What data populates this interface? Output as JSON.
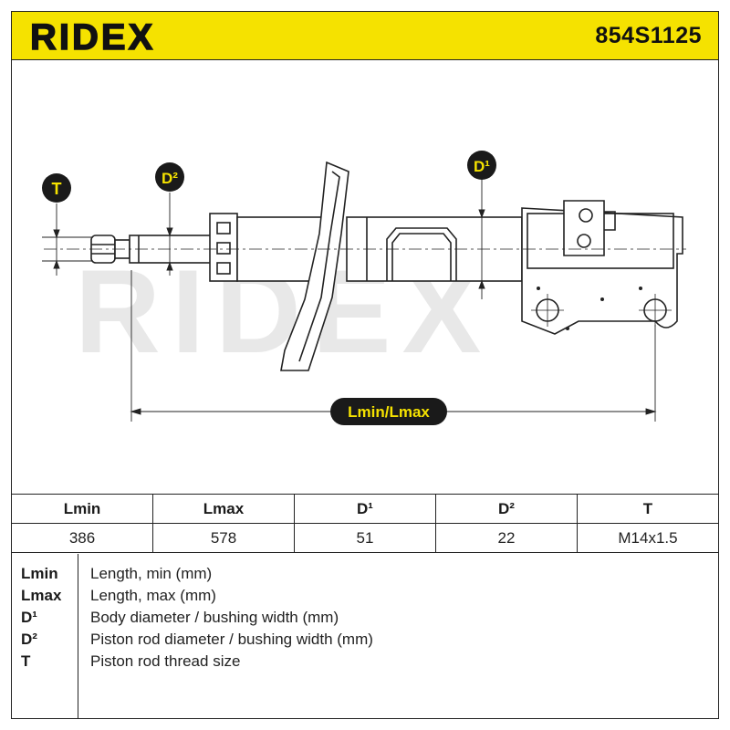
{
  "header": {
    "brand": "RIDEX",
    "part_number": "854S1125"
  },
  "colors": {
    "brand_yellow": "#f5e200",
    "line": "#222222",
    "watermark": "#e6e6e6"
  },
  "diagram": {
    "labels": {
      "thread": "T",
      "rod_diameter": "D²",
      "body_diameter": "D¹",
      "length": "Lmin/Lmax"
    }
  },
  "spec_table": {
    "headers": [
      "Lmin",
      "Lmax",
      "D¹",
      "D²",
      "T"
    ],
    "values": [
      "386",
      "578",
      "51",
      "22",
      "M14x1.5"
    ]
  },
  "legend": [
    {
      "key": "Lmin",
      "description": "Length, min (mm)"
    },
    {
      "key": "Lmax",
      "description": "Length, max (mm)"
    },
    {
      "key": "D¹",
      "description": "Body diameter / bushing width (mm)"
    },
    {
      "key": "D²",
      "description": "Piston rod diameter / bushing width (mm)"
    },
    {
      "key": "T",
      "description": "Piston rod thread size"
    }
  ]
}
